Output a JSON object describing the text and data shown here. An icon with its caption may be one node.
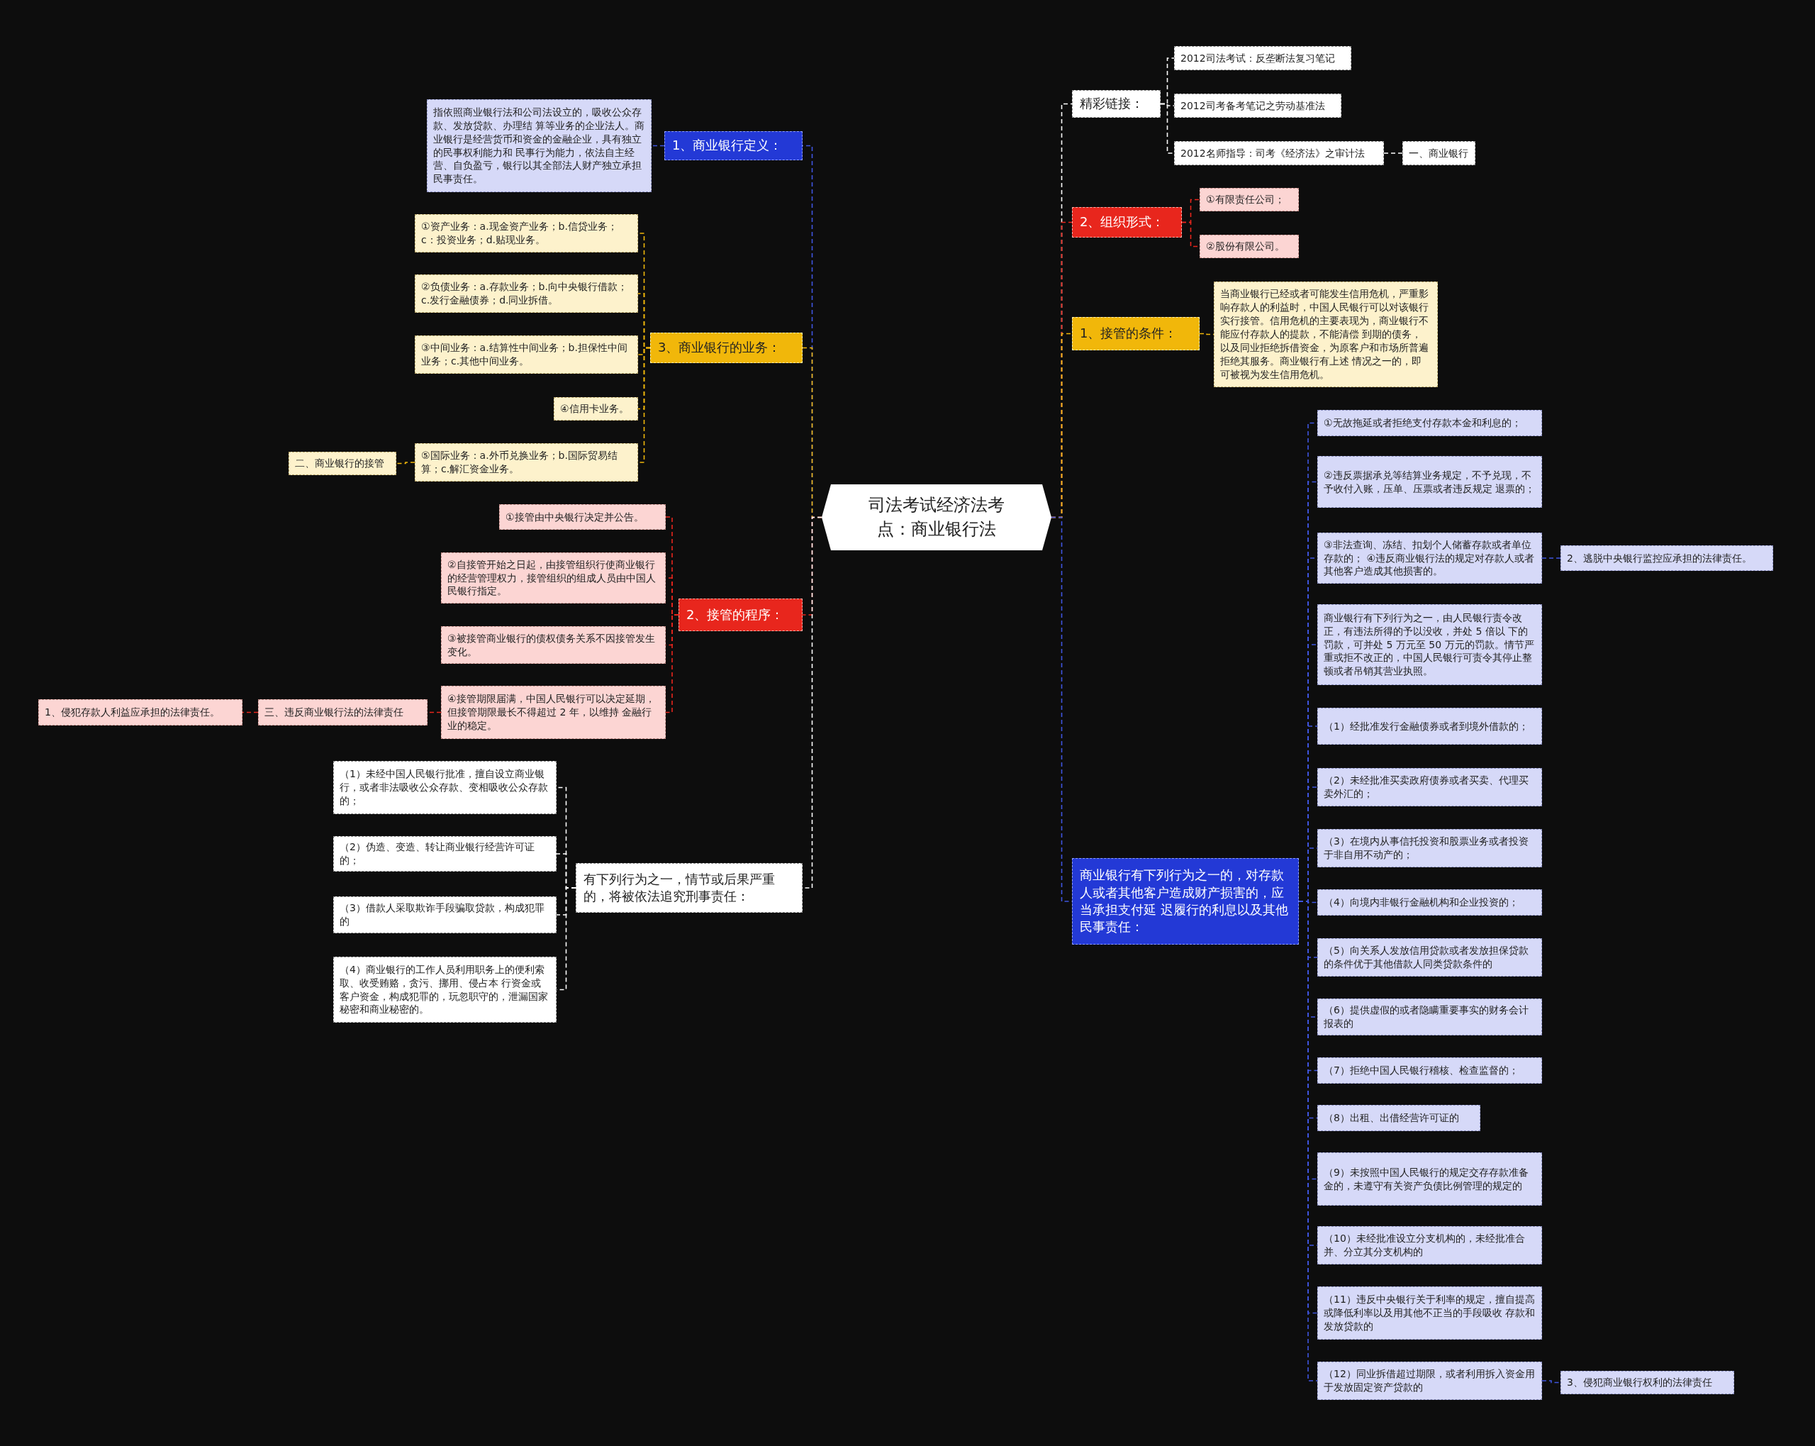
{
  "diagram": {
    "nodes": [
      {
        "text": [
          "司法考试经济法考点：商业银行法"
        ]
      },
      {
        "text": [
          "1、商业银行定义："
        ]
      },
      {
        "text": [
          "指依照商业银行法和公司法设立的，吸收公众存款、发放贷款、办理结 算等业务的企业法人。商业银行是经营货币和资金的金融企业，具有独立的民事权利能力和 民事行为能力，依法自主经营、自负盈亏，银行以其全部法人财产独立承担民事责任。"
        ]
      },
      {
        "text": [
          "3、商业银行的业务："
        ]
      },
      {
        "text": [
          "①资产业务：a.现金资产业务；b.信贷业务；c：投资业务；d.贴现业务。"
        ]
      },
      {
        "text": [
          "②负债业务：a.存款业务；b.向中央银行借款；c.发行金融债券；d.同业拆借。"
        ]
      },
      {
        "text": [
          "③中间业务：a.结算性中间业务；b.担保性中间业务；c.其他中间业务。"
        ]
      },
      {
        "text": [
          "④信用卡业务。"
        ]
      },
      {
        "text": [
          "⑤国际业务：a.外币兑换业务；b.国际贸易结算；c.解汇资金业务。"
        ]
      },
      {
        "text": [
          "二、商业银行的接管"
        ]
      },
      {
        "text": [
          "2、接管的程序："
        ]
      },
      {
        "text": [
          "①接管由中央银行决定并公告。"
        ]
      },
      {
        "text": [
          "②自接管开始之日起，由接管组织行使商业银行的经营管理权力，接管组织的组成人员由中国人民银行指定。"
        ]
      },
      {
        "text": [
          "③被接管商业银行的债权债务关系不因接管发生变化。"
        ]
      },
      {
        "text": [
          "④接管期限届满，中国人民银行可以决定延期，但接管期限最长不得超过 2 年，以维持 金融行业的稳定。"
        ]
      },
      {
        "text": [
          "三、违反商业银行法的法律责任"
        ]
      },
      {
        "text": [
          "1、侵犯存款人利益应承担的法律责任。"
        ]
      },
      {
        "text": [
          "有下列行为之一，情节或后果严重的，将被依法追究刑事责任："
        ]
      },
      {
        "text": [
          "（1）未经中国人民银行批准，擅自设立商业银行，或者非法吸收公众存款、变相吸收公众存款的；"
        ]
      },
      {
        "text": [
          "（2）伪造、变造、转让商业银行经营许可证的；"
        ]
      },
      {
        "text": [
          "（3）借款人采取欺诈手段骗取贷款，构成犯罪的"
        ]
      },
      {
        "text": [
          "（4）商业银行的工作人员利用职务上的便利索取、收受贿赂，贪污、挪用、侵占本 行资金或客户资金，构成犯罪的，玩忽职守的，泄漏国家秘密和商业秘密的。"
        ]
      },
      {
        "text": [
          "精彩链接："
        ]
      },
      {
        "text": [
          "2012司法考试：反垄断法复习笔记"
        ]
      },
      {
        "text": [
          "2012司考备考笔记之劳动基准法"
        ]
      },
      {
        "text": [
          "2012名师指导：司考《经济法》之审计法"
        ]
      },
      {
        "text": [
          "一、商业银行"
        ]
      },
      {
        "text": [
          "2、组织形式："
        ]
      },
      {
        "text": [
          "①有限责任公司；"
        ]
      },
      {
        "text": [
          "②股份有限公司。"
        ]
      },
      {
        "text": [
          "1、接管的条件："
        ]
      },
      {
        "text": [
          "当商业银行已经或者可能发生信用危机，严重影响存款人的利益时，中国人民银行可以对该银行实行接管。信用危机的主要表现为，商业银行不能应付存款人的提款，不能清偿 到期的债务，以及同业拒绝拆借资金，为原客户和市场所普遍拒绝其服务。商业银行有上述 情况之一的，即可被视为发生信用危机。"
        ]
      },
      {
        "text": [
          "商业银行有下列行为之一的，对存款人或者其他客户造成财产损害的，应当承担支付延 迟履行的利息以及其他民事责任："
        ]
      },
      {
        "text": [
          "①无故拖延或者拒绝支付存款本金和利息的；"
        ]
      },
      {
        "text": [
          "②违反票据承兑等结算业务规定，不予兑现，不予收付入账，压单、压票或者违反规定 退票的；"
        ]
      },
      {
        "text": [
          "③非法查询、冻结、扣划个人储蓄存款或者单位存款的； ④违反商业银行法的规定对存款人或者其他客户造成其他损害的。"
        ]
      },
      {
        "text": [
          "2、逃脱中央银行监控应承担的法律责任。"
        ]
      },
      {
        "text": [
          "商业银行有下列行为之一，由人民银行责令改正，有违法所得的予以没收，并处 5 倍以 下的罚款，可并处 5 万元至 50 万元的罚款。情节严重或拒不改正的，中国人民银行可责令其停止整顿或者吊销其营业执照。"
        ]
      },
      {
        "text": [
          "（1）经批准发行金融债券或者到境外借款的；"
        ]
      },
      {
        "text": [
          "（2）未经批准买卖政府债券或者买卖、代理买卖外汇的；"
        ]
      },
      {
        "text": [
          "（3）在境内从事信托投资和股票业务或者投资于非自用不动产的；"
        ]
      },
      {
        "text": [
          "（4）向境内非银行金融机构和企业投资的；"
        ]
      },
      {
        "text": [
          "（5）向关系人发放信用贷款或者发放担保贷款的条件优于其他借款人同类贷款条件的"
        ]
      },
      {
        "text": [
          "（6）提供虚假的或者隐瞒重要事实的财务会计报表的"
        ]
      },
      {
        "text": [
          "（7）拒绝中国人民银行稽核、检查监督的；"
        ]
      },
      {
        "text": [
          "（8）出租、出借经营许可证的"
        ]
      },
      {
        "text": [
          "（9）未按照中国人民银行的规定交存存款准备金的，未遵守有关资产负债比例管理的规定的"
        ]
      },
      {
        "text": [
          "（10）未经批准设立分支机构的，未经批准合并、分立其分支机构的"
        ]
      },
      {
        "text": [
          "（11）违反中央银行关于利率的规定，擅自提高或降低利率以及用其他不正当的手段吸收 存款和发放贷款的"
        ]
      },
      {
        "text": [
          "（12）同业拆借超过期限，或者利用拆入资金用于发放固定资产贷款的"
        ]
      },
      {
        "text": [
          "3、侵犯商业银行权利的法律责任"
        ]
      }
    ],
    "edges": [
      {
        "from": 0,
        "to": 1,
        "arrow": "none",
        "style": "dashed"
      },
      {
        "from": 1,
        "to": 2,
        "arrow": "none",
        "style": "dashed"
      },
      {
        "from": 0,
        "to": 3,
        "arrow": "none",
        "style": "dashed",
        "color": "#f1b70a"
      },
      {
        "from": 3,
        "to": 4,
        "arrow": "none",
        "style": "dashed",
        "color": "#f1b70a"
      },
      {
        "from": 3,
        "to": 5,
        "arrow": "none",
        "style": "dashed",
        "color": "#f1b70a"
      },
      {
        "from": 3,
        "to": 6,
        "arrow": "none",
        "style": "dashed",
        "color": "#f1b70a"
      },
      {
        "from": 3,
        "to": 7,
        "arrow": "none",
        "style": "dashed",
        "color": "#f1b70a"
      },
      {
        "from": 3,
        "to": 8,
        "arrow": "none",
        "style": "dashed",
        "color": "#f1b70a"
      },
      {
        "from": 8,
        "to": 9,
        "arrow": "none",
        "style": "dashed",
        "color": "#f1b70a"
      },
      {
        "from": 0,
        "to": 10,
        "arrow": "none",
        "style": "dashed",
        "color": "#e8261d"
      },
      {
        "from": 10,
        "to": 11,
        "arrow": "none",
        "style": "dashed",
        "color": "#e8261d"
      },
      {
        "from": 10,
        "to": 12,
        "arrow": "none",
        "style": "dashed",
        "color": "#e8261d"
      },
      {
        "from": 10,
        "to": 13,
        "arrow": "none",
        "style": "dashed",
        "color": "#e8261d"
      },
      {
        "from": 10,
        "to": 14,
        "arrow": "none",
        "style": "dashed",
        "color": "#e8261d"
      },
      {
        "from": 14,
        "to": 15,
        "arrow": "none",
        "style": "dashed",
        "color": "#e8261d"
      },
      {
        "from": 15,
        "to": 16,
        "arrow": "none",
        "style": "dashed",
        "color": "#e8261d"
      },
      {
        "from": 0,
        "to": 17,
        "arrow": "none",
        "style": "dashed",
        "color": "#ffffff"
      },
      {
        "from": 17,
        "to": 18,
        "arrow": "none",
        "style": "dashed",
        "color": "#ffffff"
      },
      {
        "from": 17,
        "to": 19,
        "arrow": "none",
        "style": "dashed",
        "color": "#ffffff"
      },
      {
        "from": 17,
        "to": 20,
        "arrow": "none",
        "style": "dashed",
        "color": "#ffffff"
      },
      {
        "from": 17,
        "to": 21,
        "arrow": "none",
        "style": "dashed",
        "color": "#ffffff"
      },
      {
        "from": 0,
        "to": 22,
        "arrow": "none",
        "style": "dashed",
        "color": "#ffffff"
      },
      {
        "from": 22,
        "to": 23,
        "arrow": "none",
        "style": "dashed",
        "color": "#ffffff"
      },
      {
        "from": 22,
        "to": 24,
        "arrow": "none",
        "style": "dashed",
        "color": "#ffffff"
      },
      {
        "from": 22,
        "to": 25,
        "arrow": "none",
        "style": "dashed",
        "color": "#ffffff"
      },
      {
        "from": 25,
        "to": 26,
        "arrow": "none",
        "style": "dashed",
        "color": "#ffffff"
      },
      {
        "from": 0,
        "to": 27,
        "arrow": "none",
        "style": "dashed",
        "color": "#e8261d"
      },
      {
        "from": 27,
        "to": 28,
        "arrow": "none",
        "style": "dashed",
        "color": "#e8261d"
      },
      {
        "from": 27,
        "to": 29,
        "arrow": "none",
        "style": "dashed",
        "color": "#e8261d"
      },
      {
        "from": 0,
        "to": 30,
        "arrow": "none",
        "style": "dashed",
        "color": "#f1b70a"
      },
      {
        "from": 30,
        "to": 31,
        "arrow": "none",
        "style": "dashed",
        "color": "#f1b70a"
      },
      {
        "from": 0,
        "to": 32,
        "arrow": "none",
        "style": "dashed"
      },
      {
        "from": 32,
        "to": 33,
        "arrow": "none",
        "style": "dashed"
      },
      {
        "from": 32,
        "to": 34,
        "arrow": "none",
        "style": "dashed"
      },
      {
        "from": 32,
        "to": 35,
        "arrow": "none",
        "style": "dashed"
      },
      {
        "from": 35,
        "to": 36,
        "arrow": "none",
        "style": "dashed"
      },
      {
        "from": 32,
        "to": 37,
        "arrow": "none",
        "style": "dashed"
      },
      {
        "from": 32,
        "to": 38,
        "arrow": "none",
        "style": "dashed"
      },
      {
        "from": 32,
        "to": 39,
        "arrow": "none",
        "style": "dashed"
      },
      {
        "from": 32,
        "to": 40,
        "arrow": "none",
        "style": "dashed"
      },
      {
        "from": 32,
        "to": 41,
        "arrow": "none",
        "style": "dashed"
      },
      {
        "from": 32,
        "to": 42,
        "arrow": "none",
        "style": "dashed"
      },
      {
        "from": 32,
        "to": 43,
        "arrow": "none",
        "style": "dashed"
      },
      {
        "from": 32,
        "to": 44,
        "arrow": "none",
        "style": "dashed"
      },
      {
        "from": 32,
        "to": 45,
        "arrow": "none",
        "style": "dashed"
      },
      {
        "from": 32,
        "to": 46,
        "arrow": "none",
        "style": "dashed"
      },
      {
        "from": 32,
        "to": 47,
        "arrow": "none",
        "style": "dashed"
      },
      {
        "from": 32,
        "to": 48,
        "arrow": "none",
        "style": "dashed"
      },
      {
        "from": 32,
        "to": 49,
        "arrow": "none",
        "style": "dashed"
      },
      {
        "from": 49,
        "to": 50,
        "arrow": "none",
        "style": "dashed"
      }
    ]
  }
}
